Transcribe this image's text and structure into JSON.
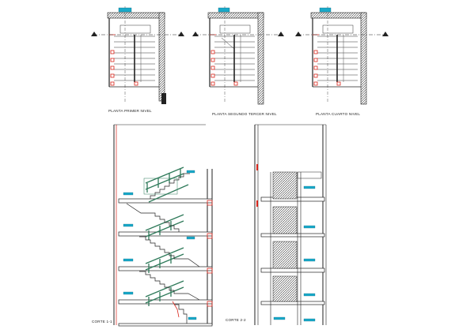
{
  "labels": {
    "plan_1": "PLANTA PRIMER NIVEL",
    "plan_2": "PLANTA SEGUNDO TERCER NIVEL",
    "plan_3": "PLANTA CUARTO NIVEL",
    "section_1": "CORTE 1-1",
    "section_2": "CORTE 2-2"
  },
  "colors": {
    "line": "#1a1a1a",
    "wall": "#2b2b2b",
    "stair_green": "#2f7a5a",
    "accent_red": "#d9261c",
    "accent_cyan": "#19a9c9"
  }
}
